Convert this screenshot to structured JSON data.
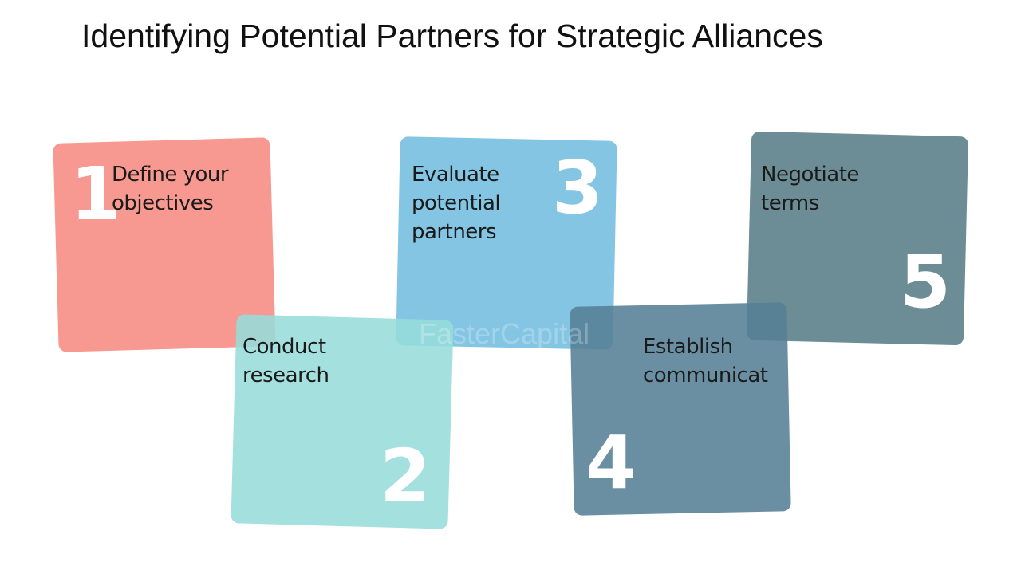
{
  "title": "Identifying Potential Partners for Strategic Alliances",
  "steps": [
    {
      "number": "1",
      "lines": [
        "Define your",
        "objectives"
      ],
      "color": "#f68b82"
    },
    {
      "number": "2",
      "lines": [
        "Conduct",
        "research"
      ],
      "color": "#96dcd9"
    },
    {
      "number": "3",
      "lines": [
        "Evaluate",
        "potential",
        "partners"
      ],
      "color": "#74bde0"
    },
    {
      "number": "4",
      "lines": [
        "Establish",
        "communicat"
      ],
      "color": "#577f95"
    },
    {
      "number": "5",
      "lines": [
        "Negotiate",
        "terms"
      ],
      "color": "#587d86"
    }
  ],
  "watermark": "FasterCapital"
}
